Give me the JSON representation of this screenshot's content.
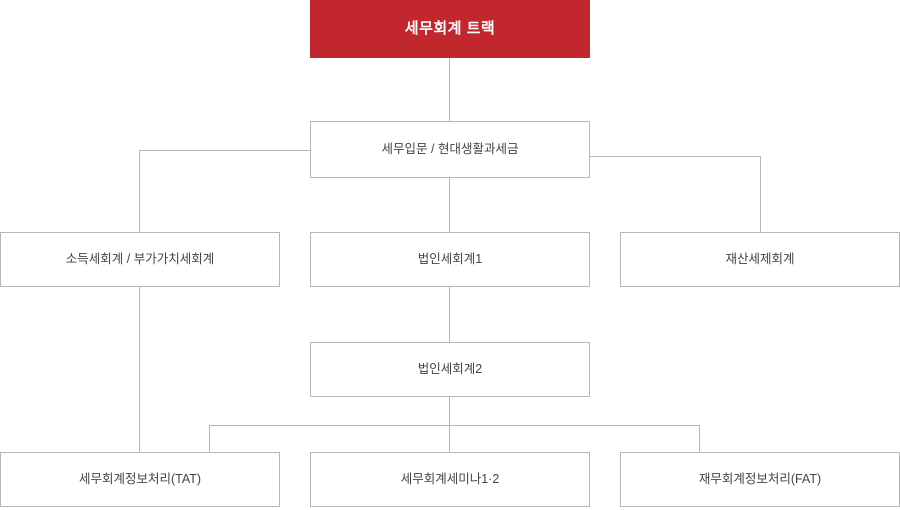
{
  "diagram": {
    "type": "organization-tree",
    "title_node": {
      "label": "세무회계 트랙",
      "color": "#c1272d",
      "text_color": "#ffffff"
    },
    "border_color": "#b3b8bf",
    "text_color": "#444444",
    "levels": [
      {
        "name": "level-1",
        "nodes": [
          {
            "label": "세무입문 / 현대생활과세금"
          }
        ]
      },
      {
        "name": "level-2",
        "nodes": [
          {
            "label": "소득세회계 / 부가가치세회계"
          },
          {
            "label": "법인세회계1"
          },
          {
            "label": "재산세제회계"
          }
        ]
      },
      {
        "name": "level-3",
        "nodes": [
          {
            "label": "법인세회계2"
          }
        ]
      },
      {
        "name": "level-4",
        "nodes": [
          {
            "label": "세무회계정보처리(TAT)"
          },
          {
            "label": "세무회계세미나1·2"
          },
          {
            "label": "재무회계정보처리(FAT)"
          }
        ]
      }
    ]
  }
}
